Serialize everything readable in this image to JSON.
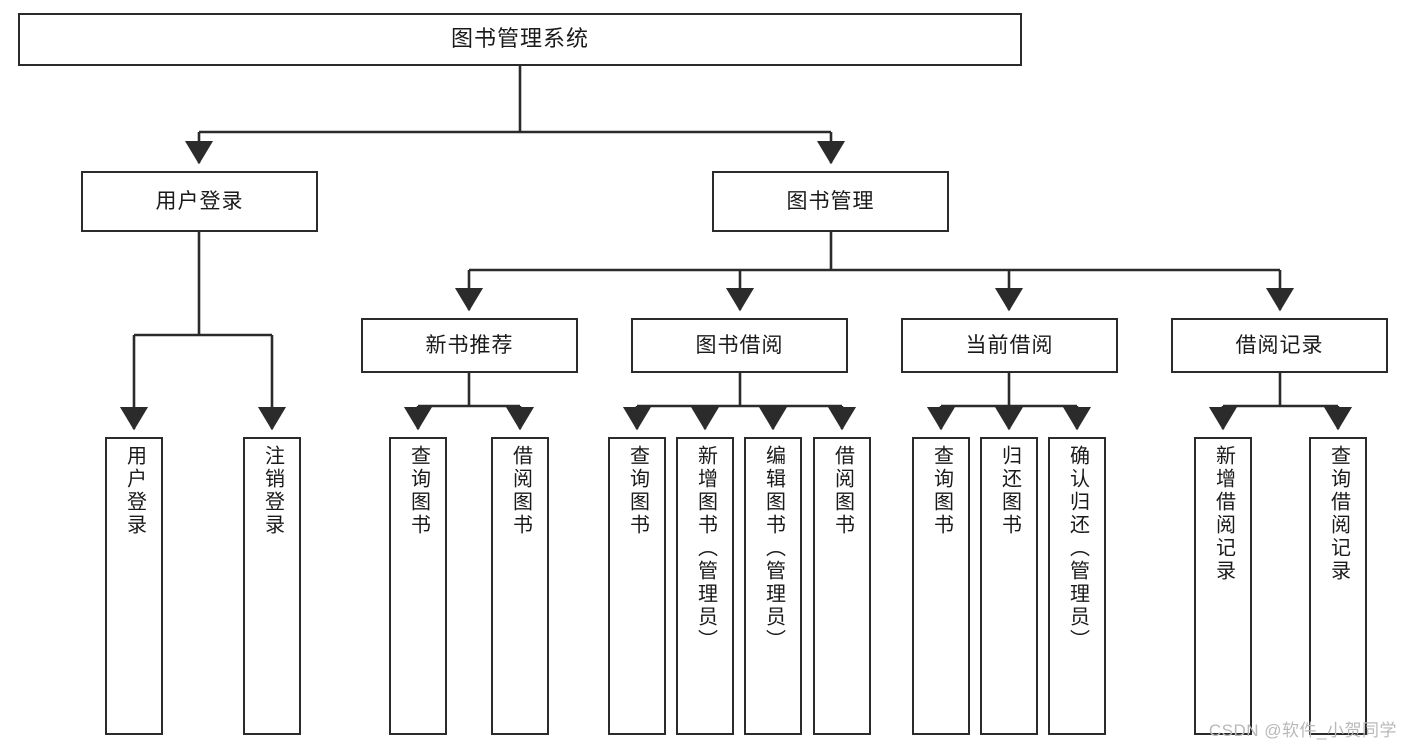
{
  "diagram": {
    "type": "tree",
    "title": "图书管理系统",
    "orientation": "top-down",
    "colors": {
      "stroke": "#2b2b2b",
      "fill": "#ffffff",
      "text": "#1a1a1a",
      "watermark": "#b9b9b9"
    },
    "levels": {
      "level1_label": "图书管理系统",
      "level2_labels": [
        "用户登录",
        "图书管理"
      ],
      "level3_labels": [
        "新书推荐",
        "图书借阅",
        "当前借阅",
        "借阅记录"
      ]
    },
    "nodes": {
      "root": {
        "label": "图书管理系统"
      },
      "user_login": {
        "label": "用户登录"
      },
      "book_manage": {
        "label": "图书管理"
      },
      "new_book_rec": {
        "label": "新书推荐"
      },
      "book_borrow": {
        "label": "图书借阅"
      },
      "current_borrow": {
        "label": "当前借阅"
      },
      "borrow_record": {
        "label": "借阅记录"
      },
      "leaf_user_login": {
        "label": "用户登录"
      },
      "leaf_logout": {
        "label": "注销登录"
      },
      "leaf_query_book_1": {
        "label": "查询图书"
      },
      "leaf_borrow_book_1": {
        "label": "借阅图书"
      },
      "leaf_query_book_2": {
        "label": "查询图书"
      },
      "leaf_add_book_admin": {
        "label": "新增图书（管理员）"
      },
      "leaf_edit_book_admin": {
        "label": "编辑图书（管理员）"
      },
      "leaf_borrow_book_2": {
        "label": "借阅图书"
      },
      "leaf_query_book_3": {
        "label": "查询图书"
      },
      "leaf_return_book": {
        "label": "归还图书"
      },
      "leaf_confirm_return_admin": {
        "label": "确认归还（管理员）"
      },
      "leaf_add_record": {
        "label": "新增借阅记录"
      },
      "leaf_query_record": {
        "label": "查询借阅记录"
      }
    },
    "edges": [
      {
        "from": "root",
        "to": "user_login"
      },
      {
        "from": "root",
        "to": "book_manage"
      },
      {
        "from": "user_login",
        "to": "leaf_user_login"
      },
      {
        "from": "user_login",
        "to": "leaf_logout"
      },
      {
        "from": "book_manage",
        "to": "new_book_rec"
      },
      {
        "from": "book_manage",
        "to": "book_borrow"
      },
      {
        "from": "book_manage",
        "to": "current_borrow"
      },
      {
        "from": "book_manage",
        "to": "borrow_record"
      },
      {
        "from": "new_book_rec",
        "to": "leaf_query_book_1"
      },
      {
        "from": "new_book_rec",
        "to": "leaf_borrow_book_1"
      },
      {
        "from": "book_borrow",
        "to": "leaf_query_book_2"
      },
      {
        "from": "book_borrow",
        "to": "leaf_add_book_admin"
      },
      {
        "from": "book_borrow",
        "to": "leaf_edit_book_admin"
      },
      {
        "from": "book_borrow",
        "to": "leaf_borrow_book_2"
      },
      {
        "from": "current_borrow",
        "to": "leaf_query_book_3"
      },
      {
        "from": "current_borrow",
        "to": "leaf_return_book"
      },
      {
        "from": "current_borrow",
        "to": "leaf_confirm_return_admin"
      },
      {
        "from": "borrow_record",
        "to": "leaf_add_record"
      },
      {
        "from": "borrow_record",
        "to": "leaf_query_record"
      }
    ]
  },
  "watermark": {
    "text": "CSDN @软件_小贺同学"
  }
}
